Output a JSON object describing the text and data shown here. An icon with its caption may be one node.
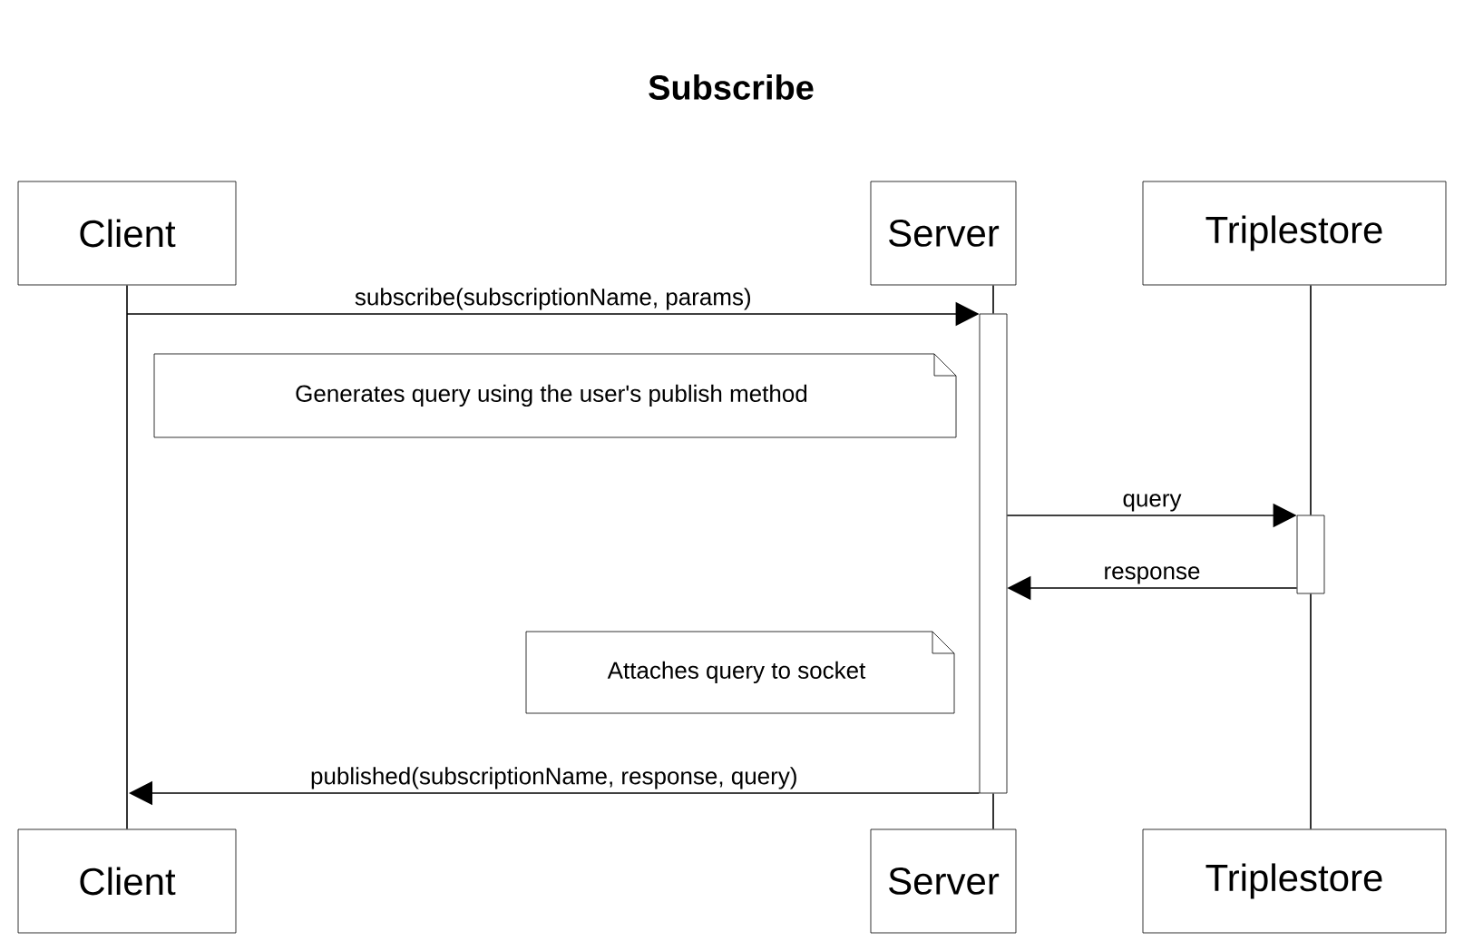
{
  "diagram": {
    "title": "Subscribe",
    "nodes": [
      {
        "text": [
          "Client"
        ]
      },
      {
        "text": [
          "Server"
        ]
      },
      {
        "text": [
          "Triplestore"
        ]
      },
      {
        "text": [],
        "shape": "bar"
      },
      {
        "text": [
          "Generates query using the user's publish method"
        ]
      },
      {
        "text": [],
        "shape": "bar"
      },
      {
        "text": [
          "Attaches query to socket"
        ]
      },
      {
        "text": [
          "Client"
        ]
      },
      {
        "text": [
          "Server"
        ]
      },
      {
        "text": [
          "Triplestore"
        ]
      }
    ],
    "edges": [
      {
        "from": 0,
        "to": 7,
        "arrow": "none"
      },
      {
        "from": 1,
        "to": 3,
        "arrow": "none"
      },
      {
        "from": 3,
        "to": 8,
        "arrow": "none"
      },
      {
        "from": 2,
        "to": 5,
        "arrow": "none"
      },
      {
        "from": 5,
        "to": 9,
        "arrow": "none"
      },
      {
        "from": 0,
        "to": 3,
        "arrow": "to",
        "label": "subscribe(subscriptionName, params)"
      },
      {
        "from": 3,
        "to": 5,
        "arrow": "to",
        "label": "query"
      },
      {
        "from": 5,
        "to": 3,
        "arrow": "to",
        "label": "response"
      },
      {
        "from": 3,
        "to": null,
        "arrow": "to",
        "label": "published(subscriptionName, response, query)"
      }
    ]
  }
}
